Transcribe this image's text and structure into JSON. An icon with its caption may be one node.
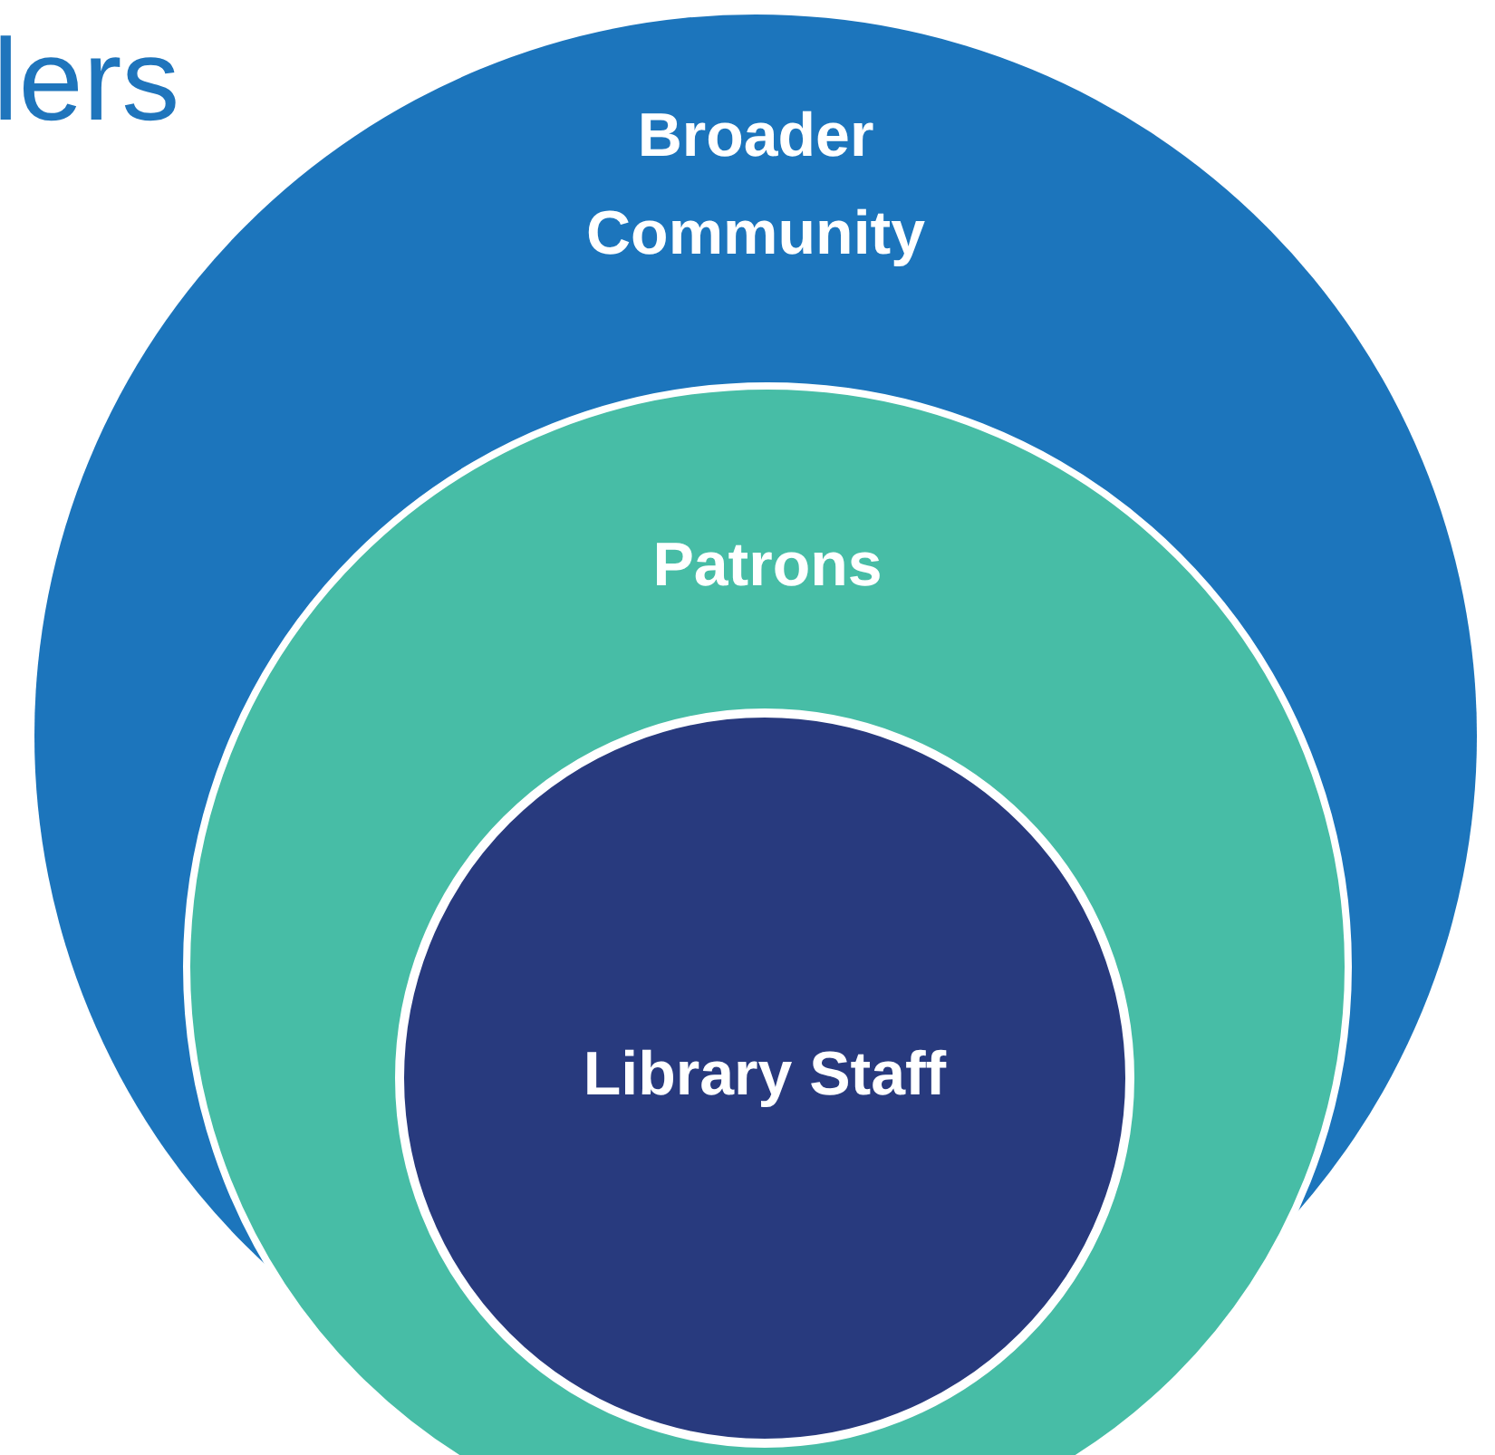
{
  "diagram": {
    "title": "lers",
    "nodes": [
      {
        "text": [
          "Broader Community"
        ]
      },
      {
        "text": [
          "Patrons"
        ],
        "in": 0
      },
      {
        "text": [
          "Library Staff"
        ],
        "in": 1
      }
    ]
  }
}
